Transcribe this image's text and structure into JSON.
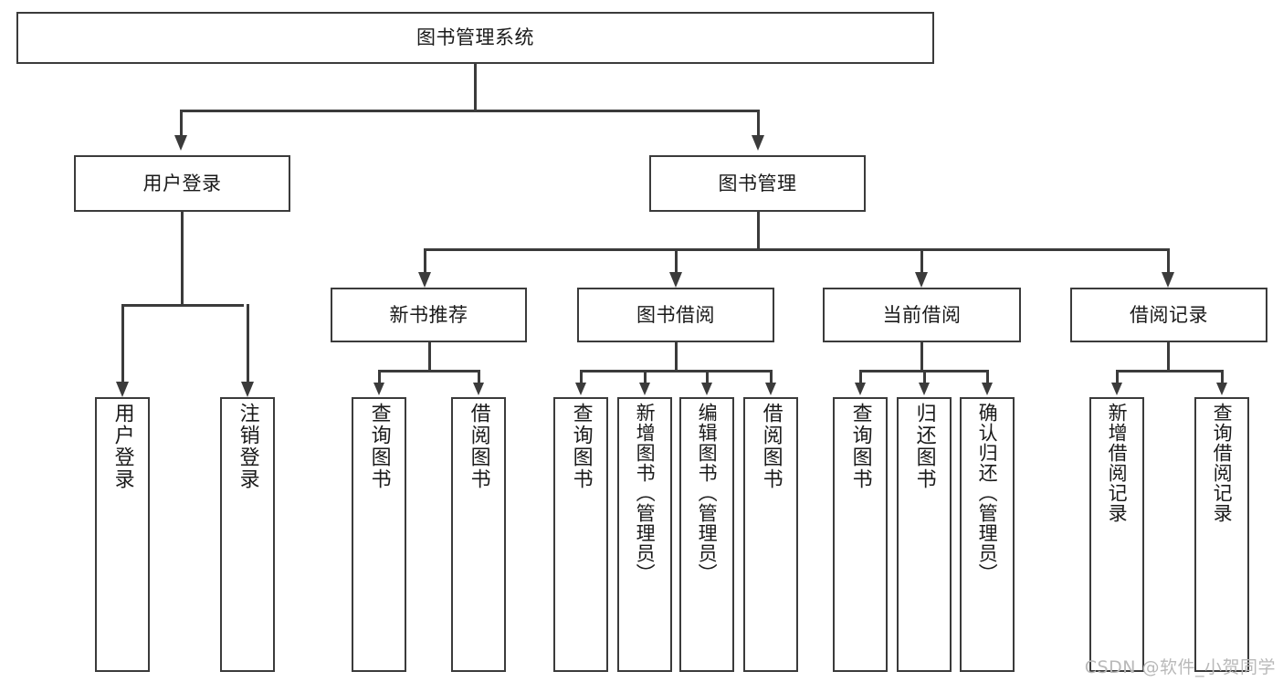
{
  "diagram": {
    "type": "tree-hierarchy",
    "title": "图书管理系统",
    "watermark": "CSDN @软件_小贺同学",
    "colors": {
      "stroke": "#3b3b3b",
      "fill": "#ffffff",
      "text": "#1a1a1a",
      "watermark": "#b9b9b9",
      "background": "#ffffff"
    },
    "root": {
      "label": "图书管理系统"
    },
    "level2": [
      {
        "id": "user-login",
        "label": "用户登录"
      },
      {
        "id": "book-manage",
        "label": "图书管理"
      }
    ],
    "level3": [
      {
        "id": "new-book-recommend",
        "label": "新书推荐"
      },
      {
        "id": "book-borrow",
        "label": "图书借阅"
      },
      {
        "id": "current-borrow",
        "label": "当前借阅"
      },
      {
        "id": "borrow-record",
        "label": "借阅记录"
      }
    ],
    "leaves": {
      "user-login": [
        {
          "id": "leaf-user-login",
          "label": "用户登录"
        },
        {
          "id": "leaf-logout-login",
          "label": "注销登录"
        }
      ],
      "new-book-recommend": [
        {
          "id": "leaf-query-book-1",
          "label": "查询图书"
        },
        {
          "id": "leaf-borrow-book-1",
          "label": "借阅图书"
        }
      ],
      "book-borrow": [
        {
          "id": "leaf-query-book-2",
          "label": "查询图书"
        },
        {
          "id": "leaf-add-book",
          "label": "新增图书（管理员）"
        },
        {
          "id": "leaf-edit-book",
          "label": "编辑图书（管理员）"
        },
        {
          "id": "leaf-borrow-book-2",
          "label": "借阅图书"
        }
      ],
      "current-borrow": [
        {
          "id": "leaf-query-book-3",
          "label": "查询图书"
        },
        {
          "id": "leaf-return-book",
          "label": "归还图书"
        },
        {
          "id": "leaf-confirm-return",
          "label": "确认归还（管理员）"
        }
      ],
      "borrow-record": [
        {
          "id": "leaf-add-record",
          "label": "新增借阅记录"
        },
        {
          "id": "leaf-query-record",
          "label": "查询借阅记录"
        }
      ]
    }
  }
}
